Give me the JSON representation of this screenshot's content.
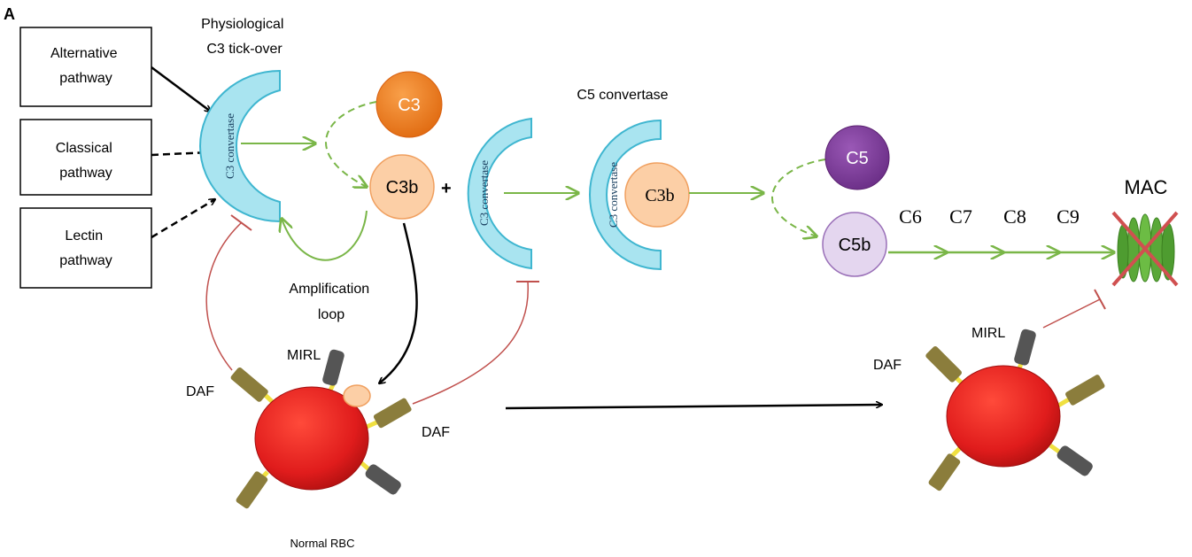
{
  "panel_label": "A",
  "pathways": [
    "Alternative\npathway",
    "Classical\npathway",
    "Lectin\npathway"
  ],
  "tickover": [
    "Physiological",
    "C3 tick-over"
  ],
  "c3_convertase_label": "C3 convertase",
  "c3": "C3",
  "c3b": "C3b",
  "plus": "+",
  "c5_convertase_title": "C5 convertase",
  "c5": "C5",
  "c5b": "C5b",
  "terminal": [
    "C6",
    "C7",
    "C8",
    "C9"
  ],
  "mac": "MAC",
  "amplification": [
    "Amplification",
    "loop"
  ],
  "mirl": "MIRL",
  "daf": "DAF",
  "normal_rbc": "Normal RBC",
  "colors": {
    "convertase": "#a9e4f0",
    "convertase_stroke": "#3fb6d0",
    "c3": "#f07d1b",
    "c3b": "#fccfa6",
    "c5": "#7d3c98",
    "c5b": "#e4d6ef",
    "green_arrow": "#7ab648",
    "inhibit": "#c0504d",
    "rbc": "#e02020",
    "daf": "#8b7d3c",
    "mirl": "#555555",
    "anchor": "#f0e040"
  }
}
